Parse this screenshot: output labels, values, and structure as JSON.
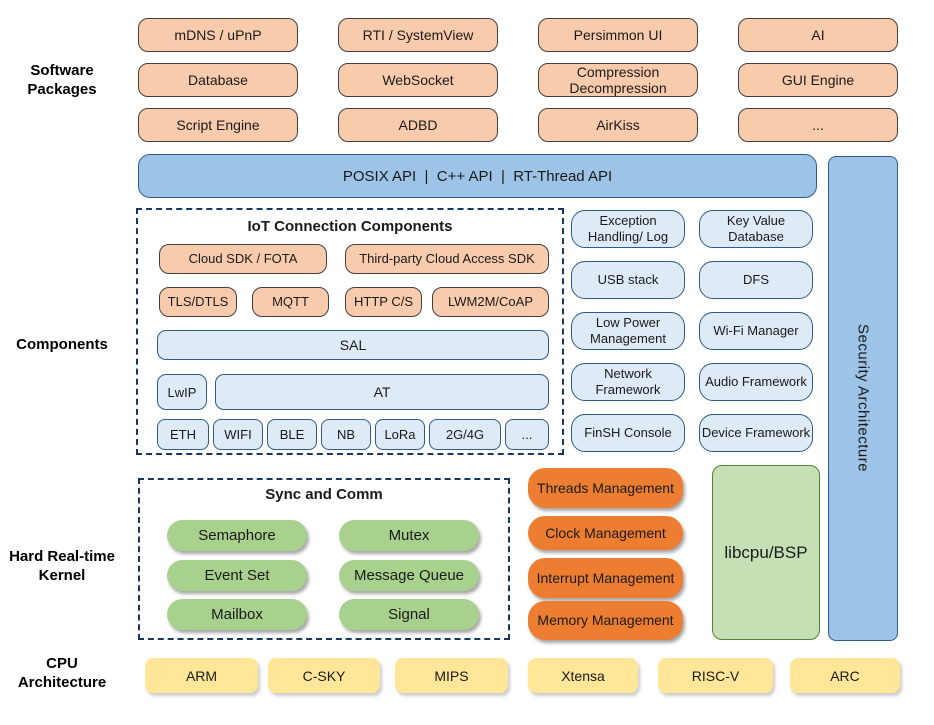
{
  "labels": {
    "software": "Software Packages",
    "components": "Components",
    "kernel": "Hard Real-time Kernel",
    "cpu": "CPU Architecture"
  },
  "software_packages": {
    "items": [
      "mDNS / uPnP",
      "RTI / SystemView",
      "Persimmon UI",
      "AI",
      "Database",
      "WebSocket",
      "Compression Decompression",
      "GUI Engine",
      "Script Engine",
      "ADBD",
      "AirKiss",
      "..."
    ]
  },
  "api_bar": {
    "text": "POSIX API  |  C++ API  |  RT-Thread API"
  },
  "security": {
    "label": "Security Architecture"
  },
  "iot": {
    "title": "IoT Connection Components",
    "row1": [
      "Cloud SDK / FOTA",
      "Third-party Cloud Access SDK"
    ],
    "row2": [
      "TLS/DTLS",
      "MQTT",
      "HTTP C/S",
      "LWM2M/CoAP"
    ],
    "sal": "SAL",
    "lwip": "LwIP",
    "at": "AT",
    "links": [
      "ETH",
      "WIFI",
      "BLE",
      "NB",
      "LoRa",
      "2G/4G",
      "..."
    ]
  },
  "services": {
    "items": [
      "Exception Handling/ Log",
      "Key Value Database",
      "USB stack",
      "DFS",
      "Low Power Management",
      "Wi-Fi Manager",
      "Network Framework",
      "Audio Framework",
      "FinSH Console",
      "Device Framework"
    ]
  },
  "kernel": {
    "sync_title": "Sync and Comm",
    "sync_items": [
      "Semaphore",
      "Mutex",
      "Event Set",
      "Message Queue",
      "Mailbox",
      "Signal"
    ],
    "mgmt_items": [
      "Threads Management",
      "Clock Management",
      "Interrupt Management",
      "Memory Management"
    ],
    "libcpu": "libcpu/BSP"
  },
  "cpu": {
    "items": [
      "ARM",
      "C-SKY",
      "MIPS",
      "Xtensa",
      "RISC-V",
      "ARC"
    ]
  },
  "colors": {
    "package_orange": "#F8CBAD",
    "management_orange": "#ED7D31",
    "api_blue": "#9DC3E6",
    "service_blue": "#DEEAF6",
    "sync_green": "#A9D18E",
    "libcpu_green": "#C5E0B4",
    "cpu_yellow": "#FFE699",
    "dashed_navy": "#17375E"
  }
}
